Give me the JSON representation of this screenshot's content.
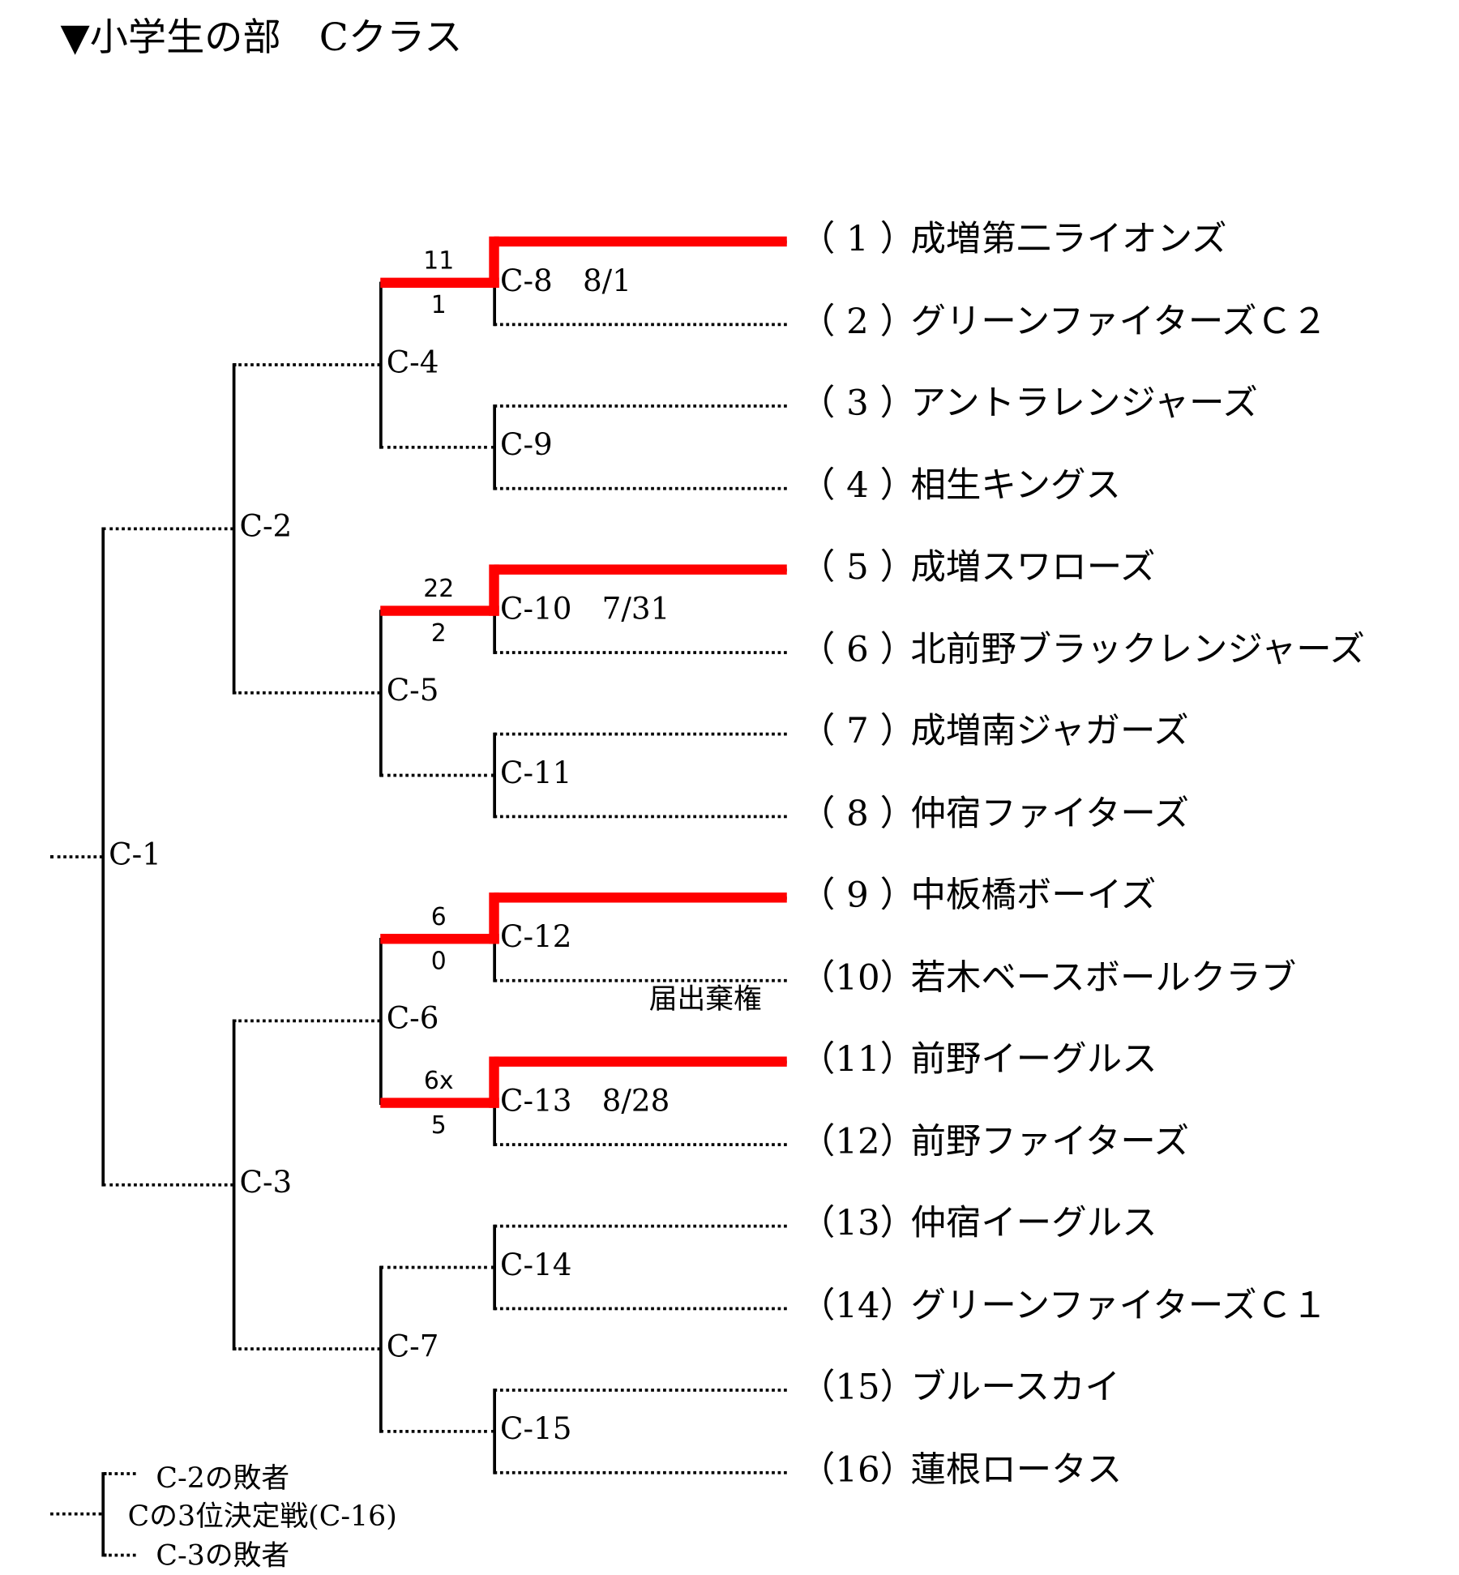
{
  "title": "▼小学生の部　Cクラス",
  "teams": [
    {
      "num": "（ 1 ）",
      "name": "成増第二ライオンズ"
    },
    {
      "num": "（ 2 ）",
      "name": "グリーンファイターズＣ２"
    },
    {
      "num": "（ 3 ）",
      "name": "アントラレンジャーズ"
    },
    {
      "num": "（ 4 ）",
      "name": "相生キングス"
    },
    {
      "num": "（ 5 ）",
      "name": "成増スワローズ"
    },
    {
      "num": "（ 6 ）",
      "name": "北前野ブラックレンジャーズ"
    },
    {
      "num": "（ 7 ）",
      "name": "成増南ジャガーズ"
    },
    {
      "num": "（ 8 ）",
      "name": "仲宿ファイターズ"
    },
    {
      "num": "（ 9 ）",
      "name": "中板橋ボーイズ"
    },
    {
      "num": "（10）",
      "name": "若木ベースボールクラブ"
    },
    {
      "num": "（11）",
      "name": "前野イーグルス"
    },
    {
      "num": "（12）",
      "name": "前野ファイターズ"
    },
    {
      "num": "（13）",
      "name": "仲宿イーグルス"
    },
    {
      "num": "（14）",
      "name": "グリーンファイターズＣ１"
    },
    {
      "num": "（15）",
      "name": "ブルースカイ"
    },
    {
      "num": "（16）",
      "name": "蓮根ロータス"
    }
  ],
  "rounds": [
    [
      "C-8　8/1",
      "C-9",
      "C-10　7/31",
      "C-11",
      "C-12",
      "C-13　8/28",
      "C-14",
      "C-15"
    ],
    [
      "C-4",
      "C-5",
      "C-6",
      "C-7"
    ],
    [
      "C-2",
      "C-3"
    ],
    [
      "C-1"
    ]
  ],
  "results": [
    {
      "match": 0,
      "winner": "top",
      "score_winner": "11",
      "score_loser": "1"
    },
    {
      "match": 2,
      "winner": "top",
      "score_winner": "22",
      "score_loser": "2"
    },
    {
      "match": 4,
      "winner": "top",
      "score_winner": "6",
      "score_loser": "0"
    },
    {
      "match": 5,
      "winner": "top",
      "score_winner": "6x",
      "score_loser": "5"
    }
  ],
  "forfeit_note": "届出棄権",
  "third_place": {
    "top": "C-2の敗者",
    "label": "Cの3位決定戦(C-16)",
    "bottom": "C-3の敗者"
  },
  "colors": {
    "winner_line": "#ff0000",
    "line": "#000000"
  }
}
